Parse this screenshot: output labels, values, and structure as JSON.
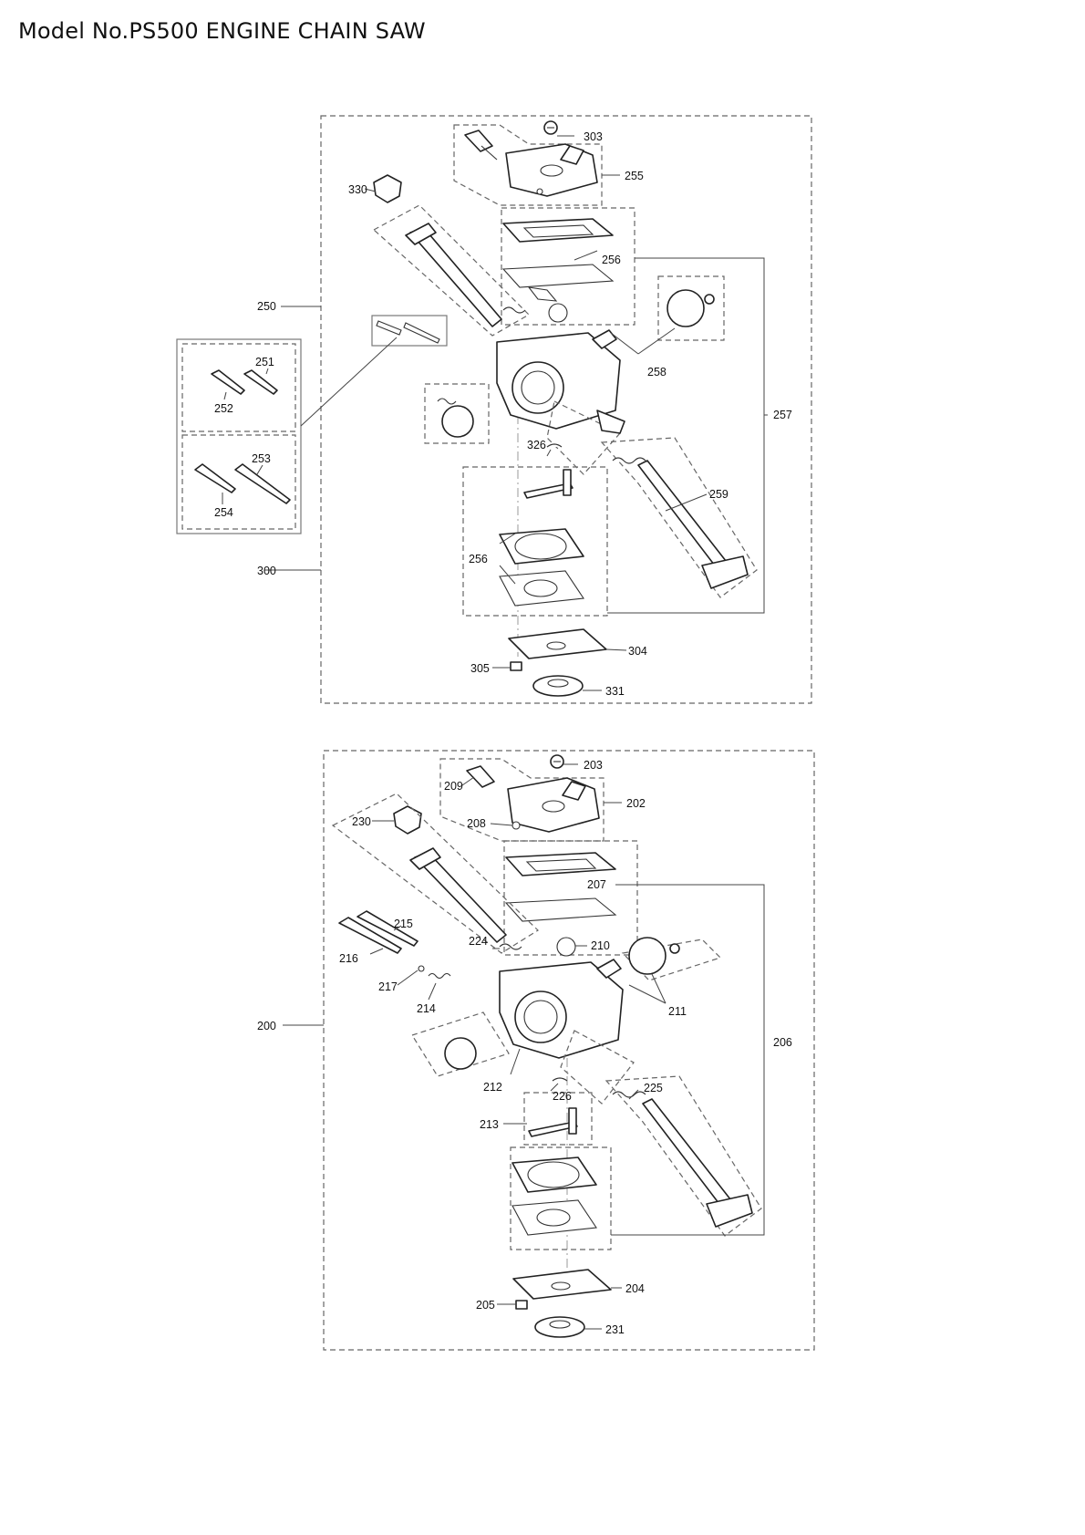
{
  "header": {
    "title": "Model No.PS500 ENGINE CHAIN SAW"
  },
  "upper_labels": {
    "p303": "303",
    "p255": "255",
    "p330": "330",
    "p256a": "256",
    "p250": "250",
    "p251": "251",
    "p252": "252",
    "p253": "253",
    "p254": "254",
    "p258": "258",
    "p257": "257",
    "p326": "326",
    "p259": "259",
    "p256b": "256",
    "p300": "300",
    "p304": "304",
    "p305": "305",
    "p331": "331"
  },
  "lower_labels": {
    "p203": "203",
    "p209": "209",
    "p202": "202",
    "p208": "208",
    "p230": "230",
    "p207": "207",
    "p215": "215",
    "p224": "224",
    "p216": "216",
    "p210": "210",
    "p217": "217",
    "p214": "214",
    "p211": "211",
    "p200": "200",
    "p206": "206",
    "p212": "212",
    "p226": "226",
    "p225": "225",
    "p213": "213",
    "p204": "204",
    "p205": "205",
    "p231": "231"
  }
}
